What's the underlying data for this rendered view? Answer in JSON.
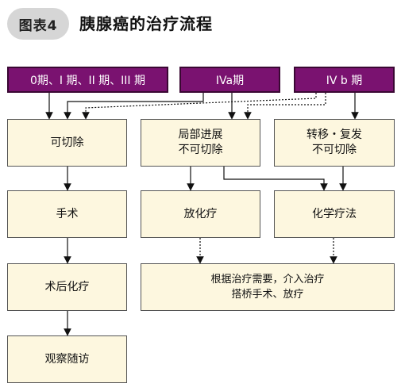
{
  "figure": {
    "badge": "图表4",
    "title": "胰腺癌的治疗流程"
  },
  "stages": {
    "s1": "0期、I 期、II 期、III 期",
    "s2": "IVa期",
    "s3": "IV b 期"
  },
  "boxes": {
    "resectable": "可切除",
    "local_adv": "局部进展\n不可切除",
    "metastatic": "转移・复发\n不可切除",
    "surgery": "手术",
    "radiotherapy": "放化疗",
    "chemotherapy": "化学疗法",
    "postop_chemo": "术后化疗",
    "followup": "观察随访",
    "note": "根据治疗需要，介入治疗\n搭桥手术、放疗"
  },
  "colors": {
    "stage_fill": "#7a1270",
    "box_fill": "#fdf7df",
    "badge": "#d6d6d6"
  }
}
